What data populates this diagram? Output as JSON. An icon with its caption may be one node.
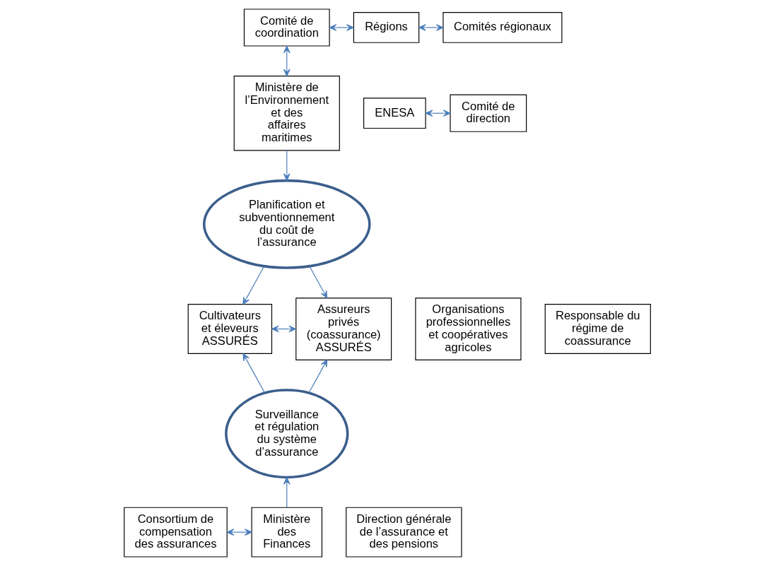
{
  "diagram": {
    "nodes": [
      {
        "text": [
          "Régions"
        ]
      },
      {
        "text": [
          "Comités régionaux"
        ]
      },
      {
        "text": [
          "Comité de coordination"
        ]
      },
      {
        "text": [
          "Ministère de l’Environnement et des affaires maritimes"
        ]
      },
      {
        "text": [
          "ENESA"
        ]
      },
      {
        "text": [
          "Comité de direction"
        ]
      },
      {
        "text": [
          "Planification et subventionnement du coût de l’assurance"
        ]
      },
      {
        "text": [
          "Organisations professionnelles et coopératives agricoles"
        ]
      },
      {
        "text": [
          "Cultivateurs et éleveurs ASSURÉS"
        ]
      },
      {
        "text": [
          "Assureurs privés (coassurance) ASSURÉS"
        ]
      },
      {
        "text": [
          "Responsable du régime de coassurance"
        ]
      },
      {
        "text": [
          "Surveillance et régulation du système d’assurance"
        ]
      },
      {
        "text": [
          "Consortium de compensation des assurances"
        ]
      },
      {
        "text": [
          "Ministère des Finances"
        ]
      },
      {
        "text": [
          "Direction générale de l’assurance et des pensions"
        ]
      }
    ],
    "edges": [
      {
        "from": 2,
        "to": 0,
        "arrow": "both"
      },
      {
        "from": 0,
        "to": 1,
        "arrow": "both"
      },
      {
        "from": 2,
        "to": 3,
        "arrow": "both"
      },
      {
        "from": 4,
        "to": 5,
        "arrow": "both"
      },
      {
        "from": 3,
        "to": 6,
        "arrow": "to"
      },
      {
        "from": 6,
        "to": 8,
        "arrow": "to"
      },
      {
        "from": 6,
        "to": 9,
        "arrow": "to"
      },
      {
        "from": 11,
        "to": 8,
        "arrow": "to"
      },
      {
        "from": 11,
        "to": 9,
        "arrow": "to"
      },
      {
        "from": 8,
        "to": 9,
        "arrow": "both"
      },
      {
        "from": 12,
        "to": 13,
        "arrow": "both"
      },
      {
        "from": 13,
        "to": 11,
        "arrow": "to"
      }
    ]
  }
}
